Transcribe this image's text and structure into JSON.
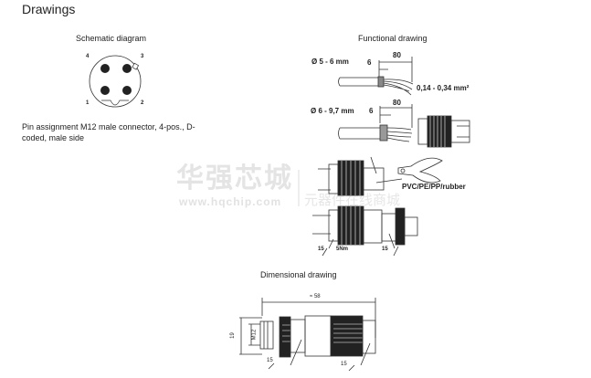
{
  "page_title": "Drawings",
  "schematic": {
    "heading": "Schematic diagram",
    "pins": [
      "1",
      "2",
      "3",
      "4"
    ],
    "caption": "Pin assignment M12 male connector, 4-pos., D-coded, male side"
  },
  "functional": {
    "heading": "Functional drawing",
    "cable1_diameter": "Ø 5 - 6 mm",
    "cable2_diameter": "Ø 6 - 9,7 mm",
    "strip_short": "6",
    "strip_long": "80",
    "wire_section": "0,14 - 0,34 mm²",
    "material": "PVC/PE/PP/rubber",
    "torque_left": "15",
    "torque_nm": "5Nm",
    "torque_right": "15"
  },
  "dimensional": {
    "heading": "Dimensional drawing",
    "length": "≈ 58",
    "height": "19",
    "thread": "M12",
    "wrench_left": "15",
    "wrench_right": "15"
  },
  "watermark": {
    "brand": "华强芯城",
    "url": "www.hqchip.com",
    "slogan": "元器件在线商城"
  }
}
